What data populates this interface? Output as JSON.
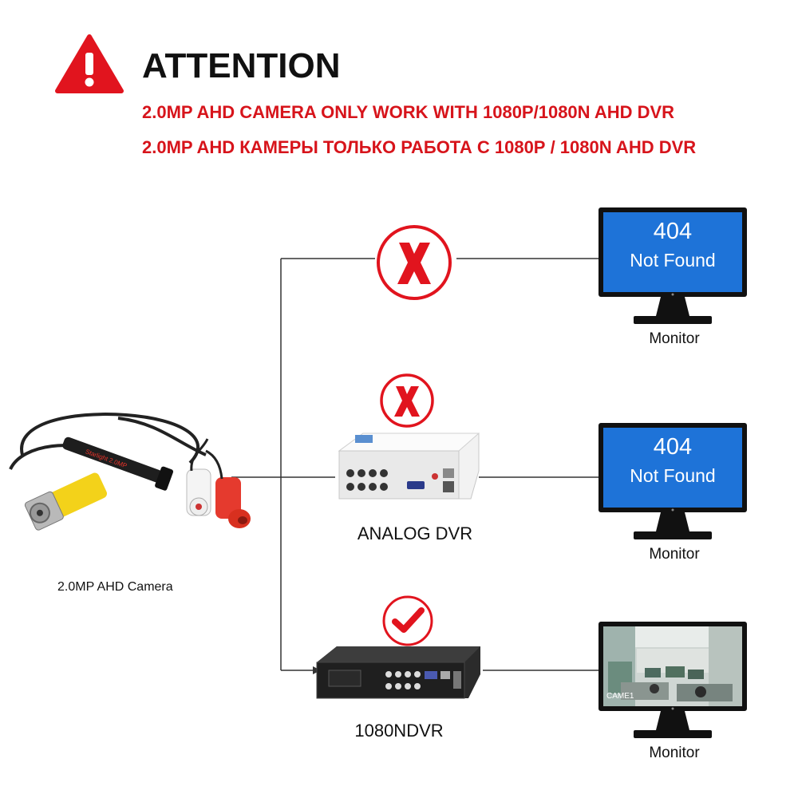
{
  "header": {
    "title": "ATTENTION",
    "warning_en": "2.0MP AHD CAMERA ONLY WORK WITH 1080P/1080N AHD DVR",
    "warning_ru": "2.0MP AHD КАМЕРЫ ТОЛЬКО РАБОТА С 1080Р / 1080N AHD DVR"
  },
  "camera": {
    "label": "2.0MP AHD Camera",
    "cable_text": "Starlight 2.0MP"
  },
  "devices": {
    "analog_dvr_label": "ANALOG DVR",
    "ndvr_label": "1080NDVR"
  },
  "monitors": [
    {
      "label": "Monitor",
      "screen_line1": "404",
      "screen_line2": "Not Found",
      "status": "incompatible"
    },
    {
      "label": "Monitor",
      "screen_line1": "404",
      "screen_line2": "Not Found",
      "status": "incompatible"
    },
    {
      "label": "Monitor",
      "screen_caption": "CAME1",
      "status": "compatible"
    }
  ],
  "colors": {
    "warning_red": "#d7141b",
    "screen_blue": "#1e73d8",
    "line": "#333333"
  }
}
